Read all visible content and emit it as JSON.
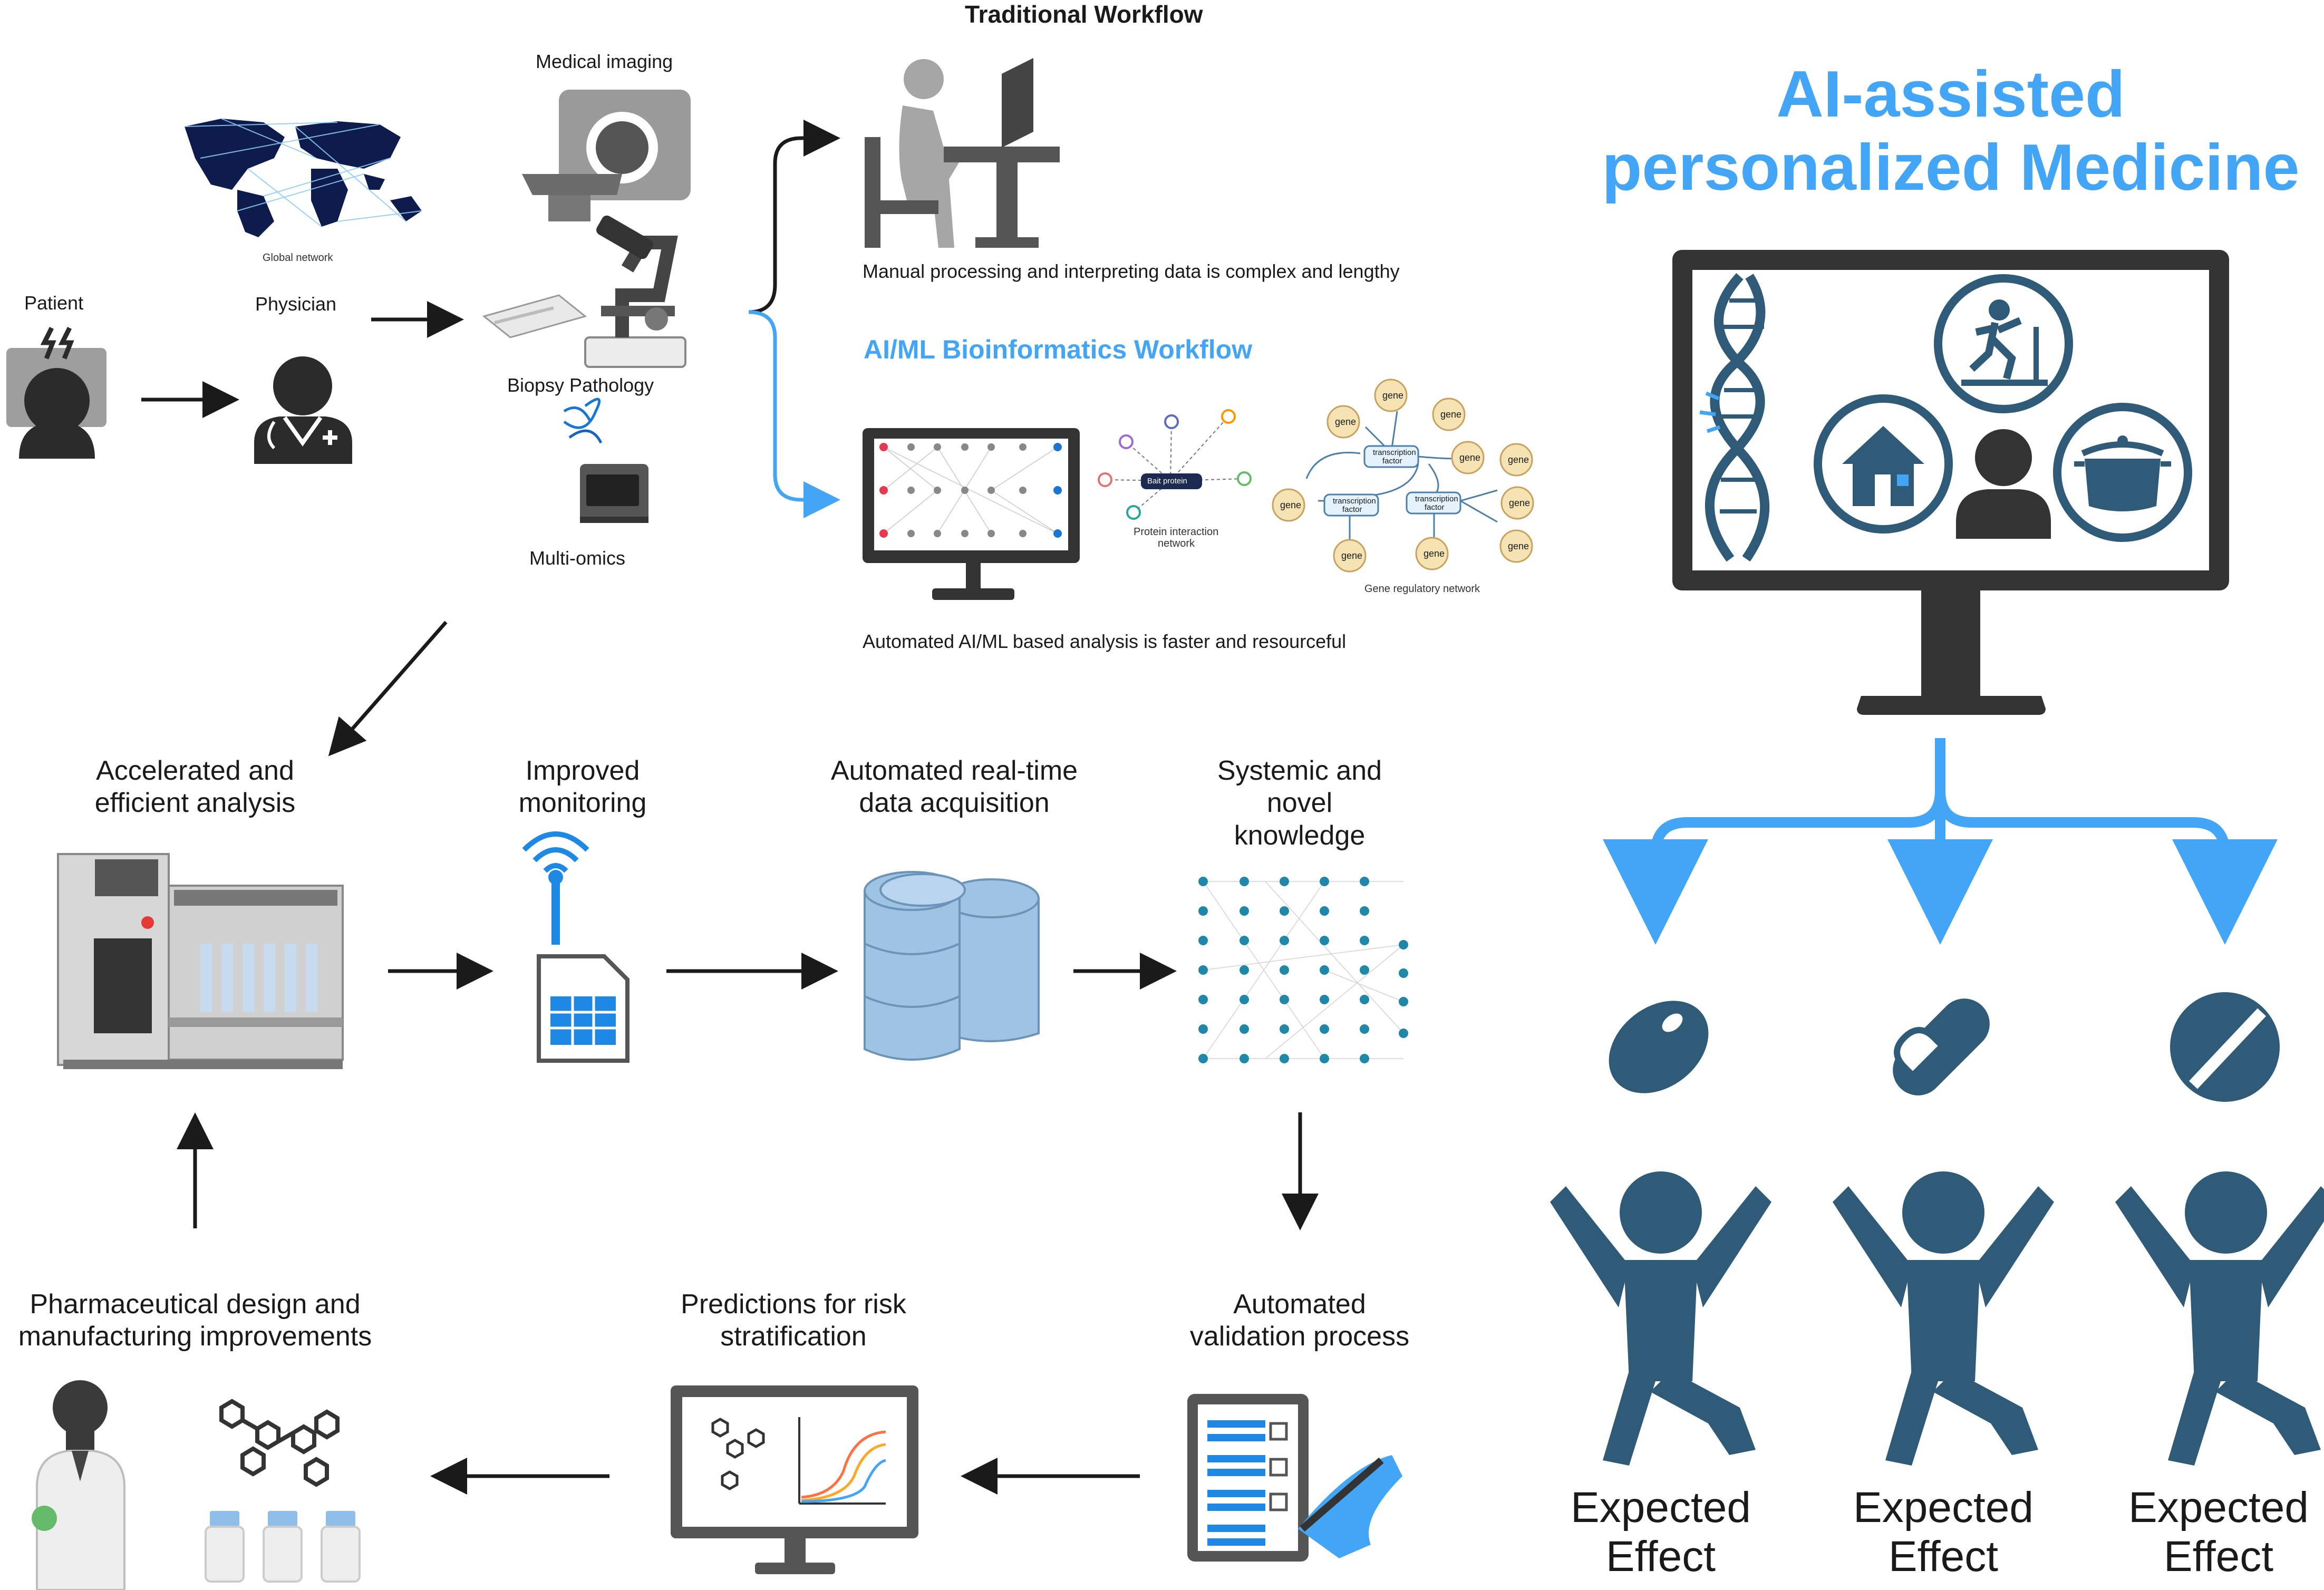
{
  "colors": {
    "accent_blue": "#42a5f5",
    "navy": "#2f5b78",
    "dark": "#2b2b2b",
    "gray": "#555555",
    "light_gray": "#a6a6a6",
    "arrow": "#1a1a1a"
  },
  "traditional": {
    "heading": "Traditional Workflow",
    "caption": "Manual processing and interpreting data is complex and lengthy"
  },
  "inputs": {
    "patient": "Patient",
    "physician": "Physician",
    "global_network": "Global network",
    "medical_imaging": "Medical imaging",
    "biopsy_pathology": "Biopsy Pathology",
    "multi_omics": "Multi-omics"
  },
  "ai_workflow": {
    "heading": "AI/ML Bioinformatics Workflow",
    "caption": "Automated AI/ML based analysis is faster and resourceful",
    "bait_protein": "Bait protein",
    "protein_network_1": "Protein interaction",
    "protein_network_2": "network",
    "gene": "gene",
    "tf_1": "transcription",
    "tf_2": "factor",
    "gene_network": "Gene regulatory network"
  },
  "cycle": {
    "accelerated_1": "Accelerated and",
    "accelerated_2": "efficient analysis",
    "monitoring_1": "Improved",
    "monitoring_2": "monitoring",
    "acquisition_1": "Automated real-time",
    "acquisition_2": "data acquisition",
    "knowledge_1": "Systemic and",
    "knowledge_2": "novel",
    "knowledge_3": "knowledge",
    "validation_1": "Automated",
    "validation_2": "validation process",
    "risk_1": "Predictions for risk",
    "risk_2": "stratification",
    "pharma_1": "Pharmaceutical design and",
    "pharma_2": "manufacturing  improvements"
  },
  "ai_panel": {
    "title_1": "AI-assisted",
    "title_2": "personalized Medicine",
    "effect_1": "Expected",
    "effect_2": "Effect"
  },
  "icons": [
    "patient-icon",
    "physician-icon",
    "world-map-icon",
    "mri-scanner-icon",
    "microscope-icon",
    "biopsy-slide-icon",
    "sequencer-icon",
    "person-at-desk-icon",
    "neural-network-monitor-icon",
    "lab-instrument-icon",
    "wireless-file-icon",
    "database-icon",
    "neural-network-icon",
    "checklist-icon",
    "risk-chart-monitor-icon",
    "scientist-icon",
    "molecule-icon",
    "vial-icon",
    "dna-icon",
    "treadmill-icon",
    "house-icon",
    "person-icon",
    "cooking-pot-icon",
    "oval-pill-icon",
    "capsule-icon",
    "tablet-icon",
    "happy-person-icon"
  ]
}
